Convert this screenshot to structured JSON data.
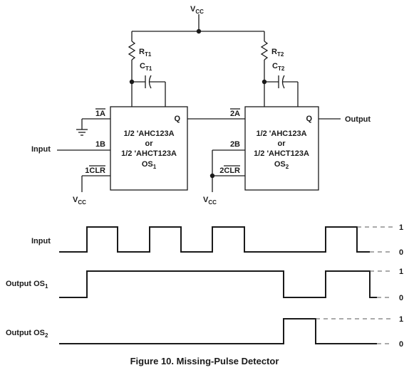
{
  "circuit": {
    "vcc_top": {
      "main": "V",
      "sub": "CC"
    },
    "rt1": {
      "main": "R",
      "sub": "T1"
    },
    "ct1": {
      "main": "C",
      "sub": "T1"
    },
    "rt2": {
      "main": "R",
      "sub": "T2"
    },
    "ct2": {
      "main": "C",
      "sub": "T2"
    },
    "os1": {
      "line1": "1/2 'AHC123A",
      "line2": "or",
      "line3": "1/2 'AHCT123A",
      "name": {
        "main": "OS",
        "sub": "1"
      },
      "pin_a": "1A",
      "pin_b": "1B",
      "pin_clr": "1CLR",
      "pin_q": "Q"
    },
    "os2": {
      "line1": "1/2 'AHC123A",
      "line2": "or",
      "line3": "1/2 'AHCT123A",
      "name": {
        "main": "OS",
        "sub": "2"
      },
      "pin_a": "2A",
      "pin_b": "2B",
      "pin_clr": "2CLR",
      "pin_q": "Q"
    },
    "input_label": "Input",
    "output_label": "Output",
    "vcc_os1": {
      "main": "V",
      "sub": "CC"
    },
    "vcc_os2": {
      "main": "V",
      "sub": "CC"
    }
  },
  "timing": {
    "rows": [
      {
        "label": "Input",
        "label_sub": "",
        "high_label": "1",
        "low_label": "0"
      },
      {
        "label": "Output OS",
        "label_sub": "1",
        "high_label": "1",
        "low_label": "0"
      },
      {
        "label": "Output OS",
        "label_sub": "2",
        "high_label": "1",
        "low_label": "0"
      }
    ]
  },
  "caption": "Figure 10.  Missing-Pulse Detector"
}
